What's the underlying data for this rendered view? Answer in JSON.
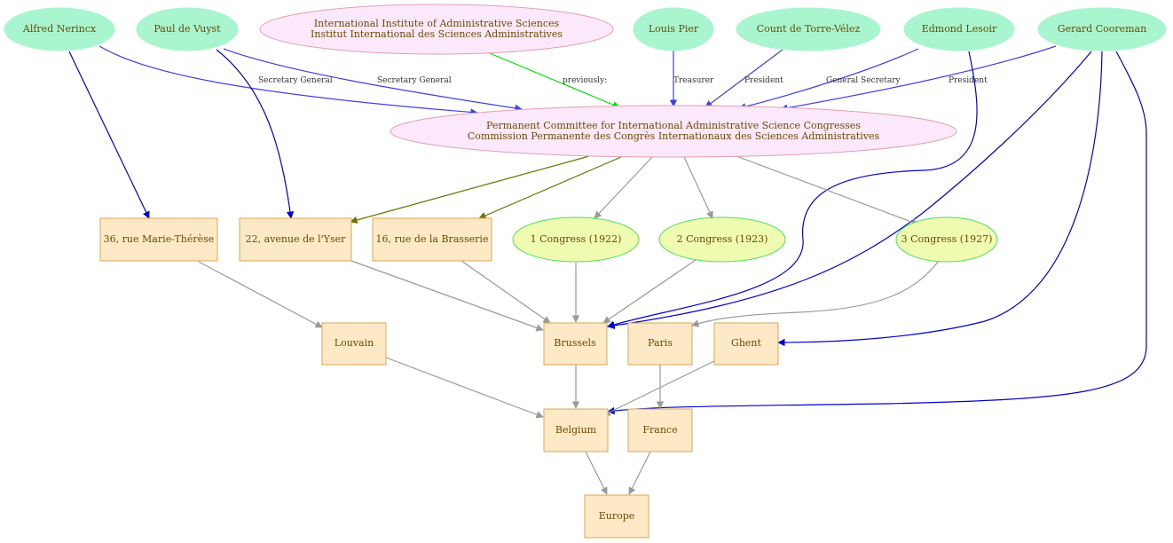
{
  "nodes": {
    "alfred": "Alfred Nerincx",
    "paul": "Paul de Vuyst",
    "iias_line1": "International Institute of Administrative Sciences",
    "iias_line2": "Institut International des Sciences Administratives",
    "louis": "Louis Pier",
    "count": "Count de Torre-Vélez",
    "edmond": "Edmond Lesoir",
    "gerard": "Gerard Cooreman",
    "committee_line1": "Permanent Committee for International Administrative Science Congresses",
    "committee_line2": "Commission Permanente des Congrès Internationaux des Sciences Administratives",
    "rue_marie": "36, rue Marie-Thérèse",
    "avenue_yser": "22, avenue  de l'Yser",
    "rue_brasserie": "16, rue de la Brasserie",
    "congress1": "1 Congress (1922)",
    "congress2": "2 Congress (1923)",
    "congress3": "3 Congress (1927)",
    "louvain": "Louvain",
    "brussels": "Brussels",
    "paris": "Paris",
    "ghent": "Ghent",
    "belgium": "Belgium",
    "france": "France",
    "europe": "Europe"
  },
  "edge_labels": {
    "alfred_role": "Secretary General",
    "paul_role": "Secretary General",
    "iias_rel": "previously:",
    "louis_role": "Treasurer",
    "count_role": "President",
    "edmond_role": "General Secretary",
    "gerard_role": "President"
  },
  "colors": {
    "blue": "#0000cc",
    "mid_blue": "#4040dd",
    "green": "#00e000",
    "olive": "#6b7000",
    "gray": "#999999"
  }
}
